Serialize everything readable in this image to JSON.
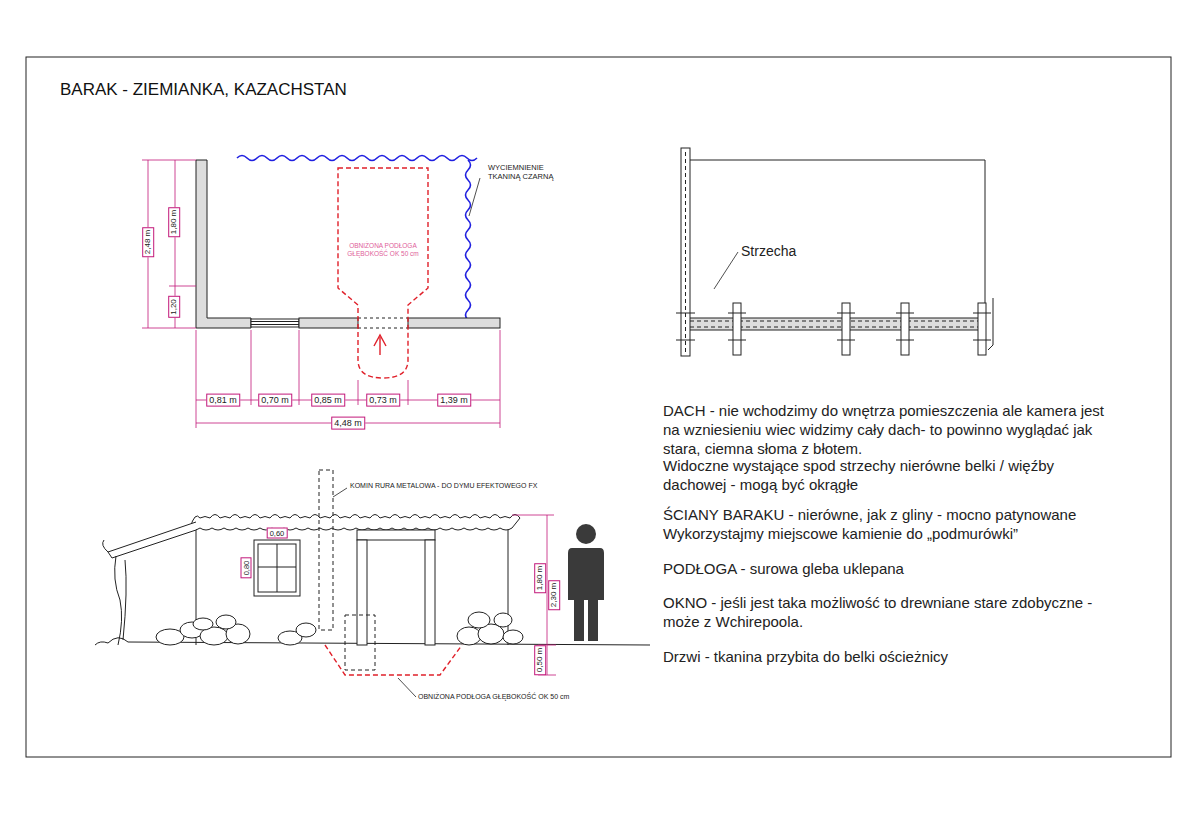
{
  "diagram": {
    "title": "BARAK - ZIEMIANKA, KAZACHSTAN",
    "labels": [
      "1,80 m",
      "2,48 m",
      "1,20",
      "OBNIŻONA PODŁOGA GŁĘBOKOŚĆ OK 50 cm",
      "WYCIEMNIENIE TKANINĄ CZARNĄ",
      "0,81 m",
      "0,70 m",
      "0,85 m",
      "0,73 m",
      "1,39 m",
      "4,48 m",
      "Strzecha",
      "KOMIN RURA METALOWA - DO DYMU EFEKTOWEGO FX",
      "0,60",
      "0,80",
      "1,80 m",
      "2,30 m",
      "0,50 m",
      "OBNIŻONA PODŁOGA GŁĘBOKOŚĆ OK 50 cm",
      "DACH - nie wchodzimy do wnętrza pomieszczenia ale kamera jest na wzniesieniu wiec widzimy cały dach- to powinno wyglądać jak stara, ciemna słoma z błotem.",
      "Widoczne wystające spod strzechy nierówne belki / więźby dachowej - mogą być okrągłe",
      "ŚCIANY BARAKU - nierówne, jak z gliny - mocno patynowane",
      "Wykorzystajmy miejscowe kamienie do „podmurówki”",
      "PODŁOGA - surowa gleba uklepana",
      "OKNO - jeśli jest taka możliwość  to drewniane stare zdobyczne - może z Wchirepoola.",
      "Drzwi - tkanina przybita do belki ościeżnicy"
    ]
  }
}
